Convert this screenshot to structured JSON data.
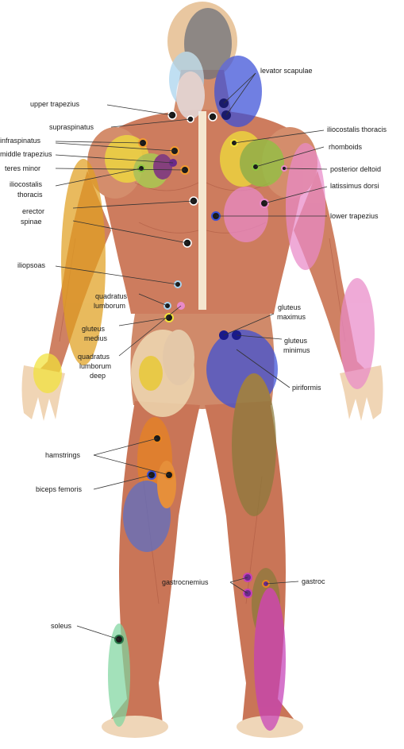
{
  "labels": {
    "levator_scapulae": "levator scapulae",
    "upper_trapezius": "upper trapezius",
    "supraspinatus": "supraspinatus",
    "infraspinatus": "infraspinatus",
    "middle_trapezius": "middle trapezius",
    "teres_minor": "teres minor",
    "iliocostalis_thoracis_left_1": "iliocostalis",
    "iliocostalis_thoracis_left_2": "thoracis",
    "erector_spinae_1": "erector",
    "erector_spinae_2": "spinae",
    "iliopsoas": "iliopsoas",
    "quadratus_lumborum_1": "quadratus",
    "quadratus_lumborum_2": "lumborum",
    "gluteus_medius_1": "gluteus",
    "gluteus_medius_2": "medius",
    "ql_deep_1": "quadratus",
    "ql_deep_2": "lumborum",
    "ql_deep_3": "deep",
    "iliocostalis_thoracis_right": "iliocostalis thoracis",
    "rhomboids": "rhomboids",
    "posterior_deltoid": "posterior deltoid",
    "latissimus_dorsi": "latissimus dorsi",
    "lower_trapezius": "lower trapezius",
    "gluteus_maximus_1": "gluteus",
    "gluteus_maximus_2": "maximus",
    "gluteus_minimus_1": "gluteus",
    "gluteus_minimus_2": "minimus",
    "piriformis": "piriformis",
    "hamstrings": "hamstrings",
    "biceps_femoris": "biceps femoris",
    "gastrocnemius": "gastrocnemius",
    "gastroc": "gastroc",
    "soleus": "soleus"
  },
  "colors": {
    "skin": "#f1d9b8",
    "muscle": "#c9745a",
    "muscle_dark": "#a8543e",
    "leader": "#333333",
    "blue": "#3a4fd8",
    "yellow": "#f2e23a",
    "pink": "#e98ac9",
    "magenta": "#c640b8",
    "orange": "#e88420",
    "green": "#8cc63f",
    "purple": "#6a2a8a",
    "olive": "#8a7a3a",
    "light_blue": "#a9d3ee",
    "mint": "#7fd6a0"
  }
}
